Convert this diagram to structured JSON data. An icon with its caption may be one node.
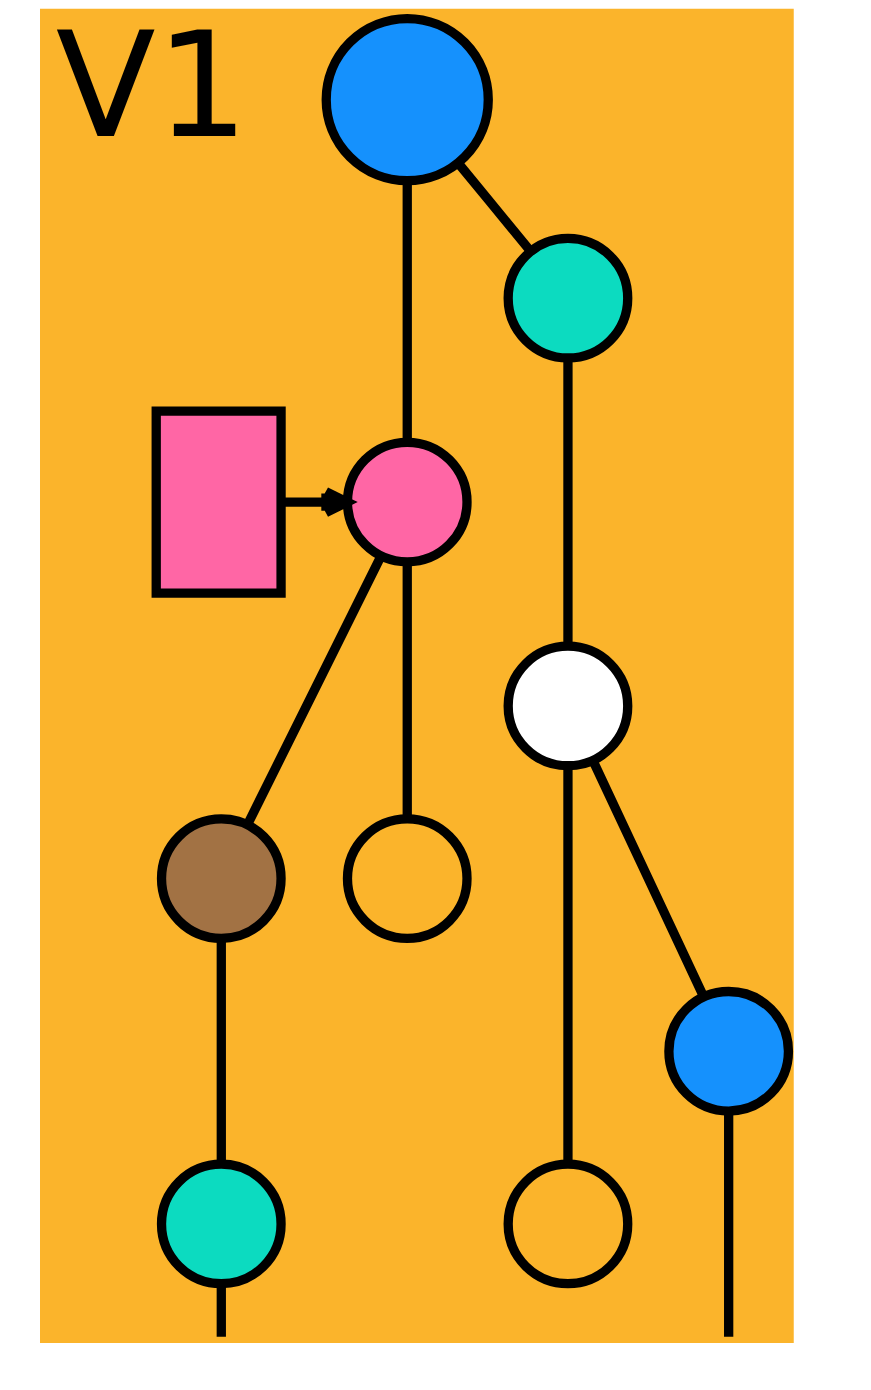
{
  "diagram": {
    "nodes": [
      {
        "text": [],
        "shape": "circle"
      },
      {
        "text": [],
        "shape": "circle"
      },
      {
        "text": [],
        "shape": "box"
      },
      {
        "text": [],
        "shape": "circle"
      },
      {
        "text": [],
        "shape": "circle"
      },
      {
        "text": [],
        "shape": "circle"
      },
      {
        "text": [],
        "shape": "circle"
      },
      {
        "text": [],
        "shape": "circle"
      },
      {
        "text": [],
        "shape": "circle"
      },
      {
        "text": [],
        "shape": "circle"
      }
    ],
    "edges": [
      {
        "from": 0,
        "to": 3,
        "arrow": "none"
      },
      {
        "from": 0,
        "to": 1,
        "arrow": "none"
      },
      {
        "from": 1,
        "to": 4,
        "arrow": "none"
      },
      {
        "from": 2,
        "to": 3,
        "arrow": "to"
      },
      {
        "from": 3,
        "to": 5,
        "arrow": "none"
      },
      {
        "from": 3,
        "to": 6,
        "arrow": "none"
      },
      {
        "from": 4,
        "to": 8,
        "arrow": "none"
      },
      {
        "from": 4,
        "to": 7,
        "arrow": "none"
      },
      {
        "from": 5,
        "to": 9,
        "arrow": "none"
      },
      {
        "from": 9,
        "to": null,
        "arrow": "none"
      },
      {
        "from": 7,
        "to": null,
        "arrow": "none"
      }
    ],
    "labels": [
      "V1"
    ]
  }
}
